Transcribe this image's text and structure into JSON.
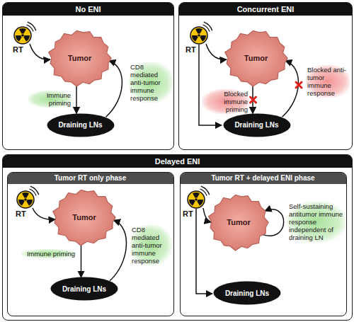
{
  "diagram": {
    "nodes": [
      {
        "text": [
          "No ENI"
        ]
      },
      {
        "text": [
          "Tumor"
        ],
        "in": 0
      },
      {
        "text": [
          "Draining LNs"
        ],
        "in": 0
      },
      {
        "text": [
          "Concurrent ENI"
        ]
      },
      {
        "text": [
          "Tumor"
        ],
        "in": 3
      },
      {
        "text": [
          "Draining LNs"
        ],
        "in": 3
      },
      {
        "text": [
          "Delayed ENI"
        ]
      },
      {
        "text": [
          "Tumor RT only phase"
        ],
        "in": 6
      },
      {
        "text": [
          "Tumor"
        ],
        "in": 7
      },
      {
        "text": [
          "Draining LNs"
        ],
        "in": 7
      },
      {
        "text": [
          "Tumor RT + delayed ENI phase"
        ],
        "in": 6
      },
      {
        "text": [
          "Tumor"
        ],
        "in": 10
      },
      {
        "text": [
          "Draining LNs"
        ],
        "in": 10
      }
    ],
    "edges": [
      {
        "from": 1,
        "to": 2,
        "arrow": "to",
        "label": "Immune priming"
      },
      {
        "from": 2,
        "to": 1,
        "arrow": "to",
        "label": "CD8 mediated anti-tumor immune response"
      },
      {
        "from": 4,
        "to": 5,
        "arrow": "to",
        "label": "Blocked immune priming"
      },
      {
        "from": 5,
        "to": 4,
        "arrow": "to",
        "label": "Blocked anti-tumor immune response"
      },
      {
        "from": 8,
        "to": 9,
        "arrow": "to",
        "label": "Immune priming"
      },
      {
        "from": 9,
        "to": 8,
        "arrow": "to",
        "label": "CD8 mediated anti-tumor immune response"
      },
      {
        "from": 11,
        "to": 11,
        "arrow": "to",
        "label": "Self-sustaining antitumor immune response independent of draining LN"
      }
    ],
    "labels": [
      "RT",
      "RT",
      "RT",
      "RT"
    ]
  }
}
